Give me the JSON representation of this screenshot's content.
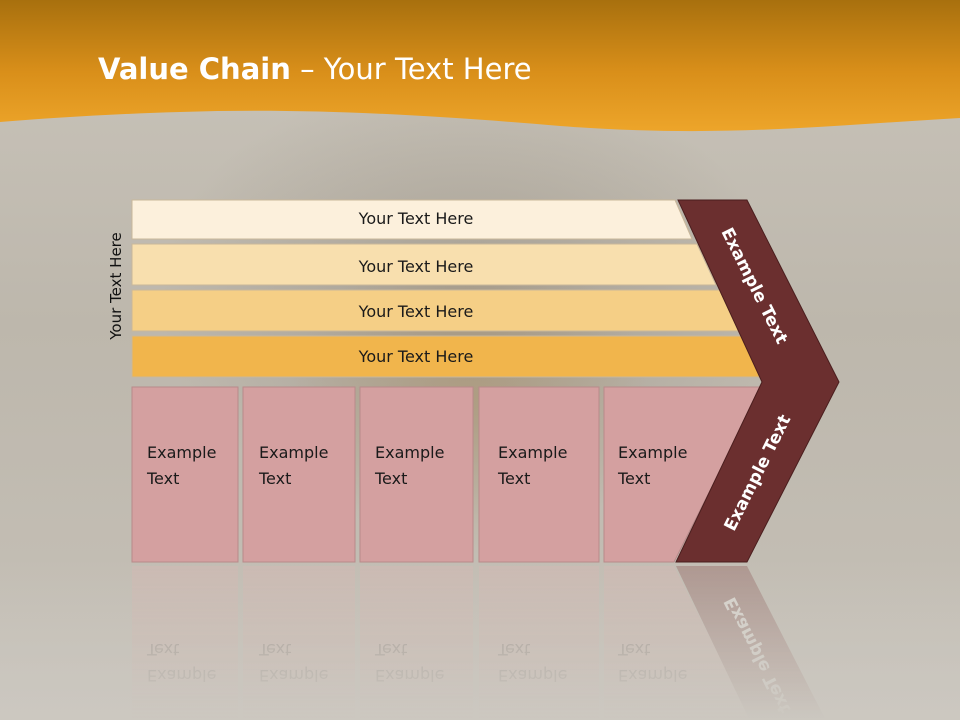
{
  "title": {
    "bold": "Value Chain",
    "rest": " – Your Text Here"
  },
  "side_label": "Your Text Here",
  "rows": [
    {
      "label": "Your Text Here",
      "color": "#fcf0dc"
    },
    {
      "label": "Your Text Here",
      "color": "#f8dfae"
    },
    {
      "label": "Your Text Here",
      "color": "#f5cf86"
    },
    {
      "label": "Your Text Here",
      "color": "#f1b54c"
    }
  ],
  "blocks": [
    {
      "line1": "Example",
      "line2": "Text"
    },
    {
      "line1": "Example",
      "line2": "Text"
    },
    {
      "line1": "Example",
      "line2": "Text"
    },
    {
      "line1": "Example",
      "line2": "Text"
    },
    {
      "line1": "Example",
      "line2": "Text"
    }
  ],
  "chevron": {
    "upper": "Example Text",
    "lower": "Example Text",
    "color": "#6b2f2f"
  },
  "colors": {
    "header": "#e49a1d",
    "block": "#d4a0a0"
  }
}
